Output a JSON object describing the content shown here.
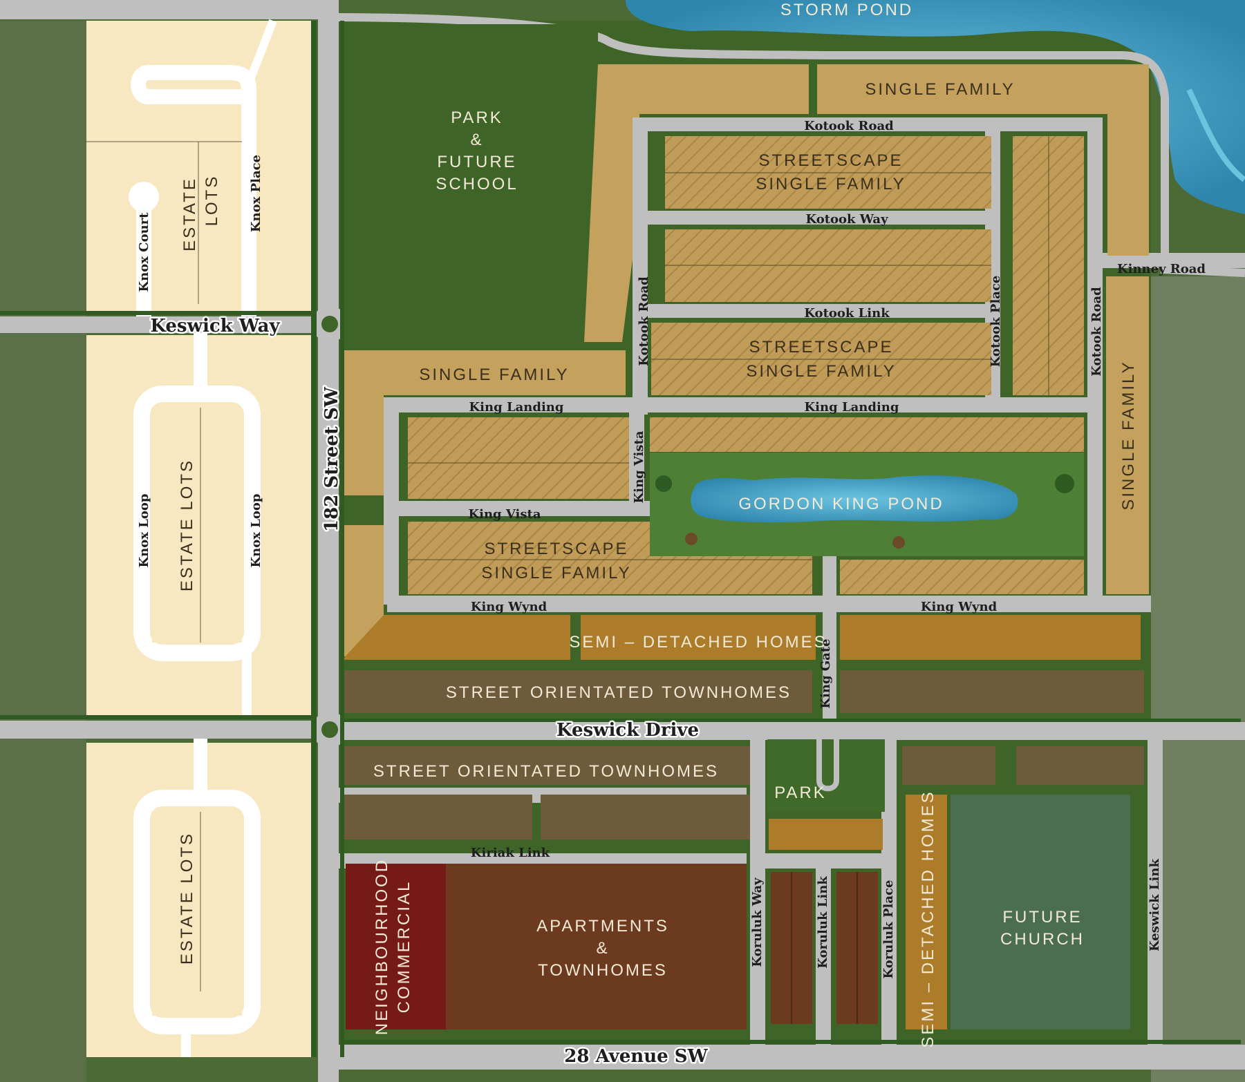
{
  "areas": {
    "storm_pond": "STORM POND",
    "park_school": [
      "PARK",
      "&",
      "FUTURE",
      "SCHOOL"
    ],
    "single_family_top": "SINGLE FAMILY",
    "streetscape_1": [
      "STREETSCAPE",
      "SINGLE FAMILY"
    ],
    "streetscape_2": [
      "STREETSCAPE",
      "SINGLE FAMILY"
    ],
    "streetscape_3": [
      "STREETSCAPE",
      "SINGLE FAMILY"
    ],
    "single_family_left": "SINGLE FAMILY",
    "single_family_right": "SINGLE FAMILY",
    "gordon_king_pond": "GORDON KING POND",
    "semi_detached": "SEMI – DETACHED HOMES",
    "semi_detached_vertical": "SEMI – DETACHED HOMES",
    "townhomes_north": "STREET ORIENTATED TOWNHOMES",
    "townhomes_south": "STREET ORIENTATED TOWNHOMES",
    "park": "PARK",
    "neighbourhood_commercial": [
      "NEIGHBOURHOOD",
      "COMMERCIAL"
    ],
    "apartments": [
      "APARTMENTS",
      "&",
      "TOWNHOMES"
    ],
    "future_church": [
      "FUTURE",
      "CHURCH"
    ],
    "estate_lots_top": [
      "ESTATE",
      "LOTS"
    ],
    "estate_lots_mid": "ESTATE LOTS",
    "estate_lots_bottom": "ESTATE LOTS"
  },
  "streets": {
    "kotook_road_top": "Kotook Road",
    "kotook_way": "Kotook Way",
    "kotook_link": "Kotook Link",
    "kotook_road_west": "Kotook Road",
    "kotook_place": "Kotook Place",
    "kotook_road_east": "Kotook Road",
    "kinney_road": "Kinney Road",
    "king_landing_west": "King Landing",
    "king_landing_east": "King Landing",
    "king_vista_h": "King Vista",
    "king_vista_v": "King Vista",
    "king_wynd_west": "King Wynd",
    "king_wynd_east": "King Wynd",
    "king_gate": "King Gate",
    "keswick_way": "Keswick Way",
    "keswick_drive": "Keswick Drive",
    "street_182": "182 Street SW",
    "avenue_28": "28 Avenue SW",
    "knox_court": "Knox Court",
    "knox_place": "Knox Place",
    "knox_loop_west": "Knox Loop",
    "knox_loop_east": "Knox Loop",
    "kiriak_link": "Kiriak Link",
    "koruluk_way": "Koruluk Way",
    "koruluk_link": "Koruluk Link",
    "koruluk_place": "Koruluk Place",
    "keswick_link": "Keswick Link"
  },
  "colors": {
    "single_family": "#c4a25e",
    "estate": "#f7e8c2",
    "semi_detached": "#ad7c2b",
    "townhomes": "#6e5b3c",
    "apartments": "#6c3a1f",
    "commercial": "#751a16",
    "church": "#4c6e50",
    "park": "#3f6a2a",
    "water": "#3f9ec3",
    "road": "#bfbfbf"
  }
}
